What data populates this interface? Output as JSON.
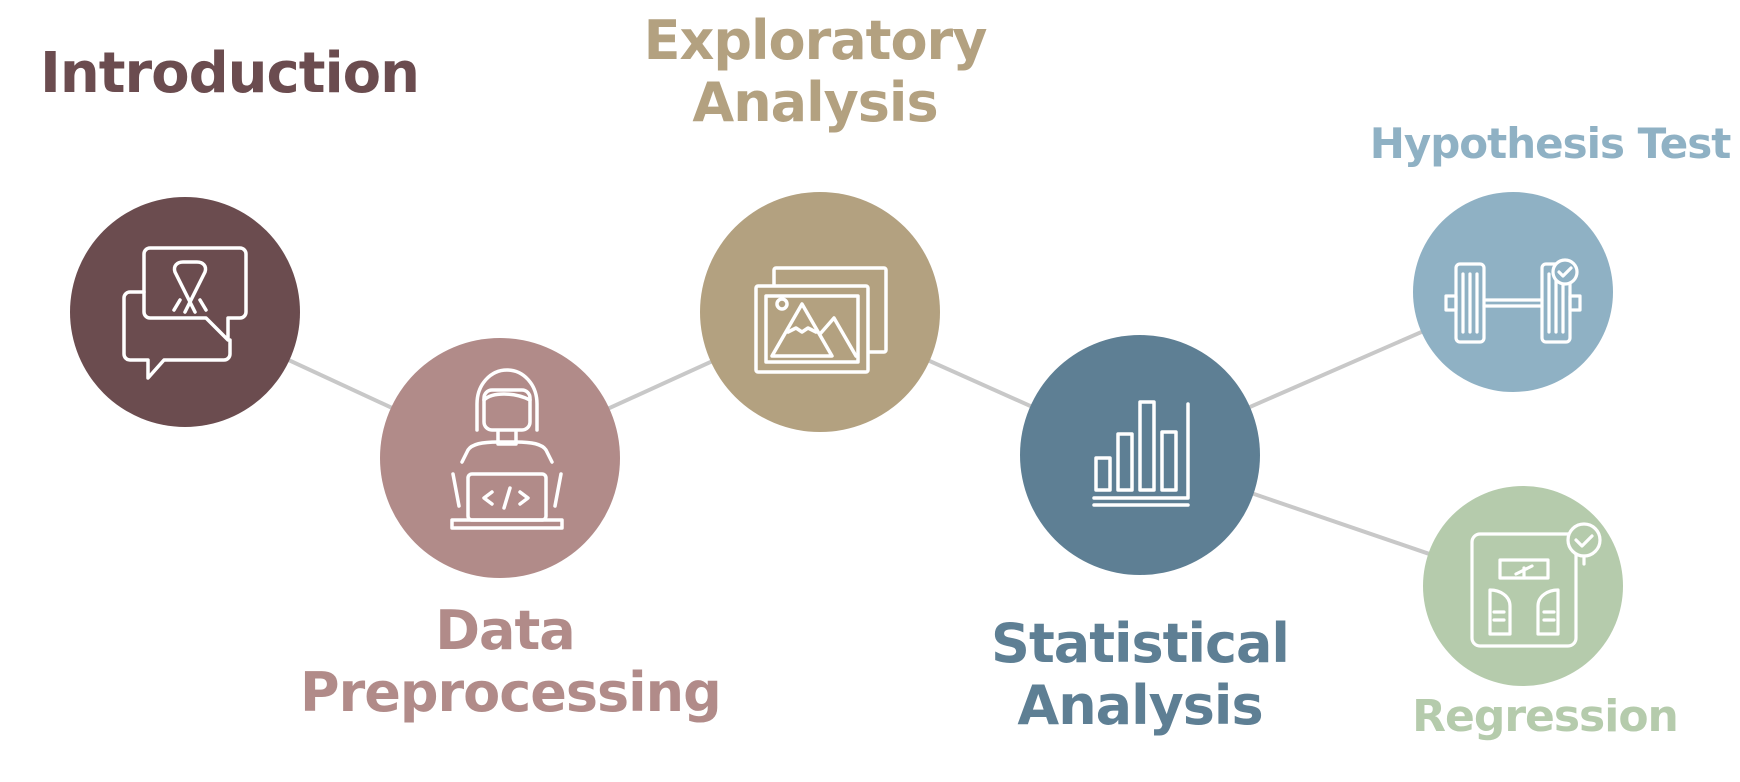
{
  "diagram": {
    "nodes": [
      {
        "id": "intro",
        "label_lines": [
          "Introduction"
        ],
        "color": "#6b4c4f",
        "icon": "awareness-ribbon-speech-bubble-icon"
      },
      {
        "id": "prep",
        "label_lines": [
          "Data",
          "Preprocessing"
        ],
        "color": "#b18b89",
        "icon": "developer-laptop-icon"
      },
      {
        "id": "eda",
        "label_lines": [
          "Exploratory",
          "Analysis"
        ],
        "color": "#b3a180",
        "icon": "image-gallery-icon"
      },
      {
        "id": "stat",
        "label_lines": [
          "Statistical",
          "Analysis"
        ],
        "color": "#5e7f94",
        "icon": "bar-chart-icon"
      },
      {
        "id": "hyp",
        "label_lines": [
          "Hypothesis Test"
        ],
        "color": "#8fb1c4",
        "icon": "dumbbell-check-icon"
      },
      {
        "id": "reg",
        "label_lines": [
          "Regression"
        ],
        "color": "#b5cbac",
        "icon": "scale-check-icon"
      }
    ],
    "edges": [
      {
        "from": "intro",
        "to": "prep"
      },
      {
        "from": "prep",
        "to": "eda"
      },
      {
        "from": "eda",
        "to": "stat"
      },
      {
        "from": "stat",
        "to": "hyp"
      },
      {
        "from": "stat",
        "to": "reg"
      }
    ],
    "connector_color": "#c8c8c8",
    "icon_stroke_color": "#ffffff"
  }
}
